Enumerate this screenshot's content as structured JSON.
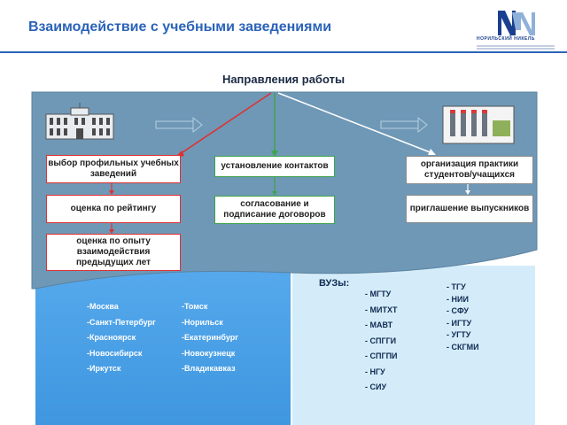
{
  "header": {
    "title": "Взаимодействие с учебными заведениями",
    "logo_text": "НОРИЛЬСКИЙ НИКЕЛЬ"
  },
  "diagram": {
    "subtitle": "Направления работы",
    "left_column": [
      "выбор профильных учебных заведений",
      "оценка по рейтингу",
      "оценка по опыту взаимодействия предыдущих лет"
    ],
    "center_column": [
      "установление контактов",
      "согласование и подписание договоров"
    ],
    "right_column": [
      "организация практики студентов/учащихся",
      "приглашение выпускников"
    ]
  },
  "cities": {
    "col1": [
      "-Москва",
      "-Санкт-Петербург",
      "-Красноярск",
      "-Новосибирск",
      "-Иркутск"
    ],
    "col2": [
      "-Томск",
      "-Норильск",
      "-Екатеринбург",
      "-Новокузнецк",
      "-Владикавказ"
    ]
  },
  "universities": {
    "label": "ВУЗы:",
    "col1": [
      "- МГТУ",
      "- МИТХТ",
      "- МАВТ",
      "- СПГГИ",
      "- СПГПИ",
      "- НГУ",
      "- СИУ"
    ],
    "col2": [
      "- ТГУ",
      "- НИИ",
      "- СФУ",
      "- ИГТУ",
      "- УГТУ",
      "- СКГМИ"
    ]
  },
  "colors": {
    "title": "#2b63b8",
    "panel": "#6e98b6",
    "bottom_blue": "#4da6ea",
    "bottom_light": "#d4ecf9",
    "red": "#e03030",
    "green": "#3fa34d",
    "gray": "#8a8a8a"
  }
}
